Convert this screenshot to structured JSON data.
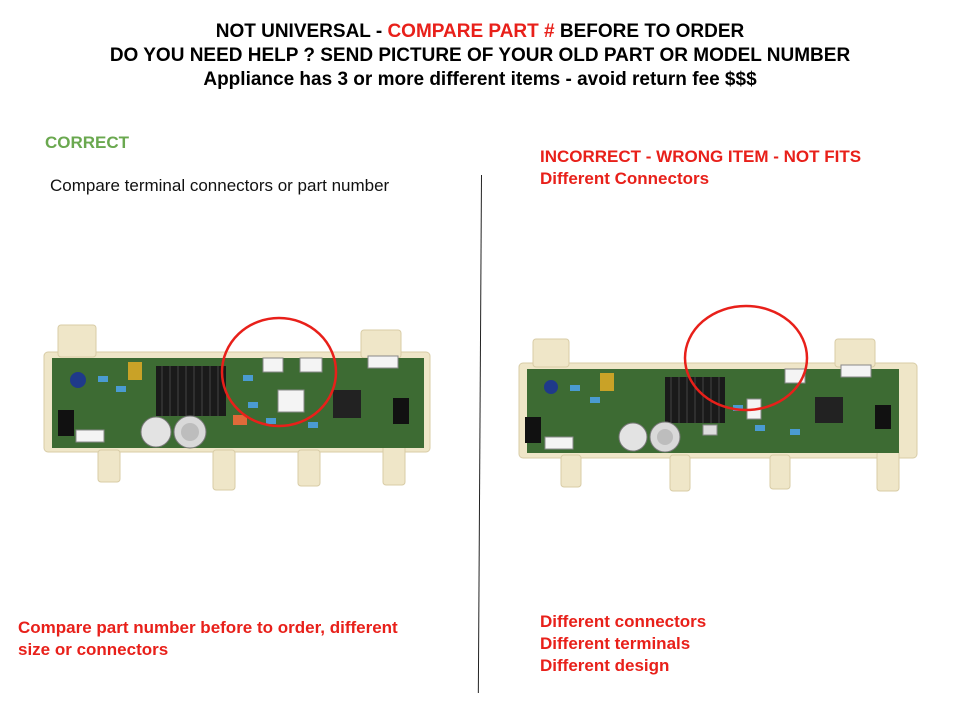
{
  "header": {
    "line1_pre": "NOT UNIVERSAL - ",
    "line1_red": "COMPARE PART #",
    "line1_post": " BEFORE TO ORDER",
    "line2": "DO YOU NEED HELP ? SEND PICTURE OF YOUR OLD PART OR MODEL NUMBER",
    "line3": "Appliance has 3 or more different items  - avoid return fee $$$"
  },
  "left": {
    "label": "CORRECT",
    "subtitle": "Compare terminal connectors or part number",
    "note_line1": "Compare part number before to order, different",
    "note_line2": "size or connectors"
  },
  "right": {
    "label_line1": "INCORRECT - WRONG ITEM - NOT FITS",
    "label_line2": "Different Connectors",
    "notes": [
      "Different connectors",
      "Different terminals",
      "Different design"
    ]
  },
  "colors": {
    "accent_red": "#e8201a",
    "accent_green": "#6aa84f",
    "pcb_green": "#3d6b33",
    "housing": "#efe6c8"
  }
}
